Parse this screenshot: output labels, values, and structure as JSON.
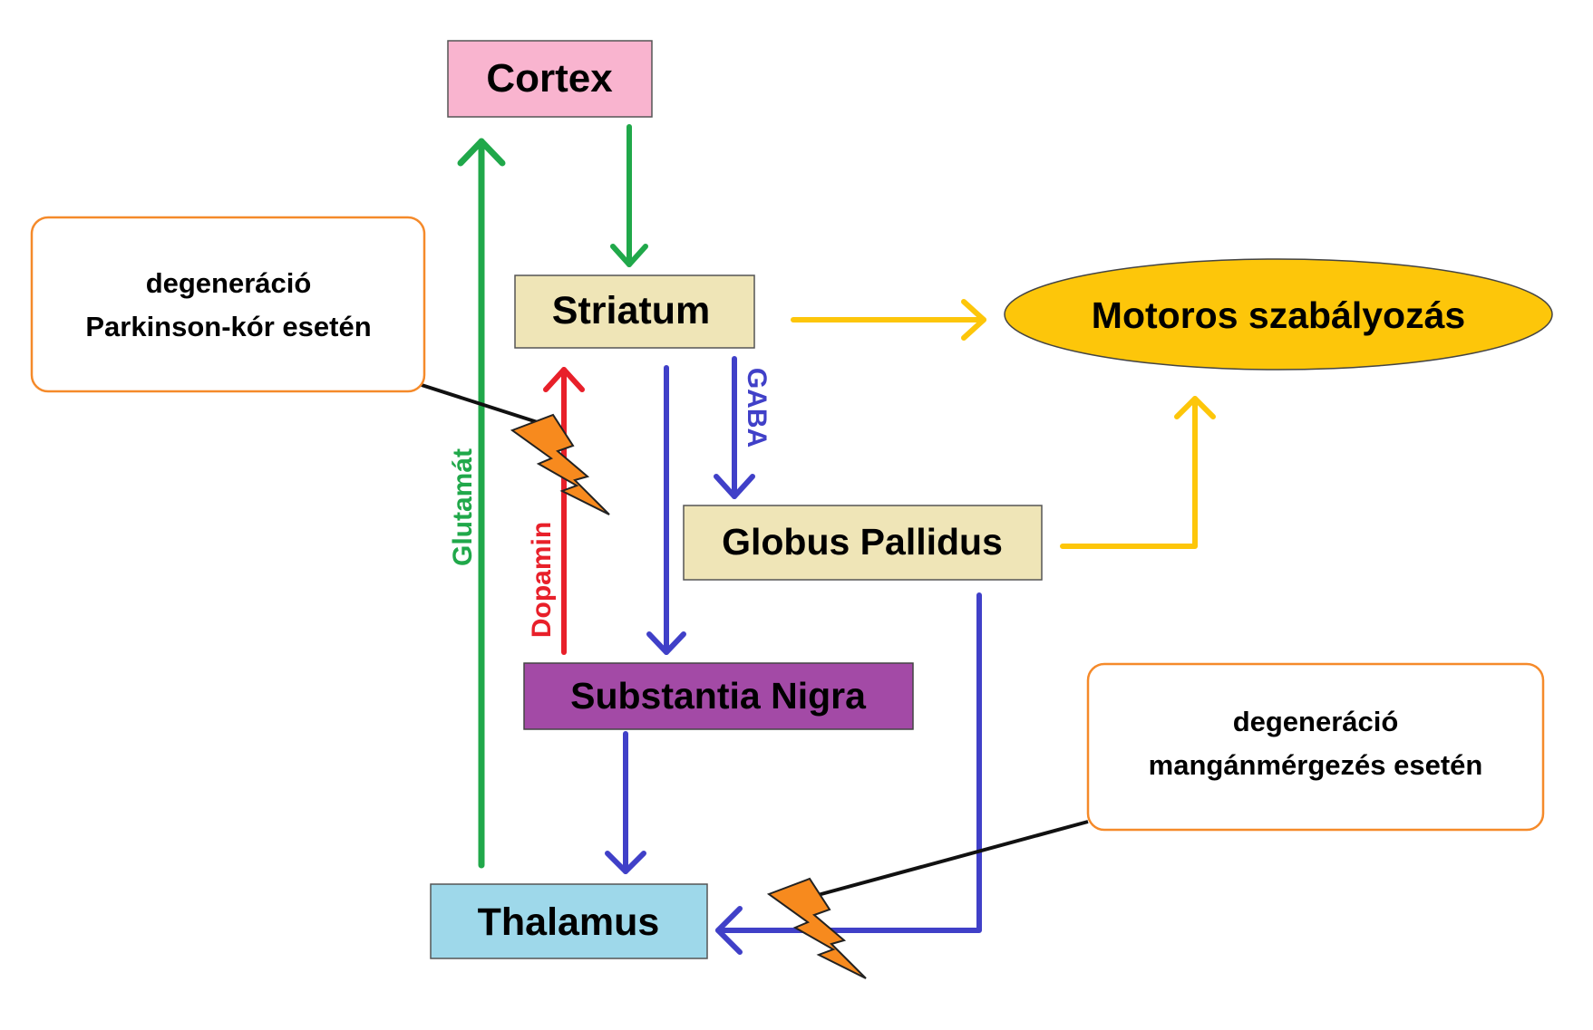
{
  "nodes": {
    "cortex": {
      "label": "Cortex",
      "fill": "#f9b4cf"
    },
    "striatum": {
      "label": "Striatum",
      "fill": "#efe5b7"
    },
    "globus_pallidus": {
      "label": "Globus Pallidus",
      "fill": "#efe5b7"
    },
    "substantia_nigra": {
      "label": "Substantia Nigra",
      "fill": "#a34aa6"
    },
    "thalamus": {
      "label": "Thalamus",
      "fill": "#9ed8ea"
    },
    "motor_control": {
      "label": "Motoros szabályozás",
      "fill": "#fdc60a"
    }
  },
  "edge_labels": {
    "glutamate": {
      "text": "Glutamát",
      "color": "#20a84a"
    },
    "dopamine": {
      "text": "Dopamin",
      "color": "#e8202a"
    },
    "gaba": {
      "text": "GABA",
      "color": "#4040c8"
    }
  },
  "notes": {
    "parkinson": {
      "line1": "degeneráció",
      "line2": "Parkinson-kór esetén"
    },
    "manganese": {
      "line1": "degeneráció",
      "line2": "mangánmérgezés esetén"
    }
  },
  "colors": {
    "green": "#20a84a",
    "red": "#e8202a",
    "blue": "#4040c8",
    "yellow": "#fdc60a",
    "note_border": "#f58a2a",
    "lightning": "#f78a1e"
  }
}
